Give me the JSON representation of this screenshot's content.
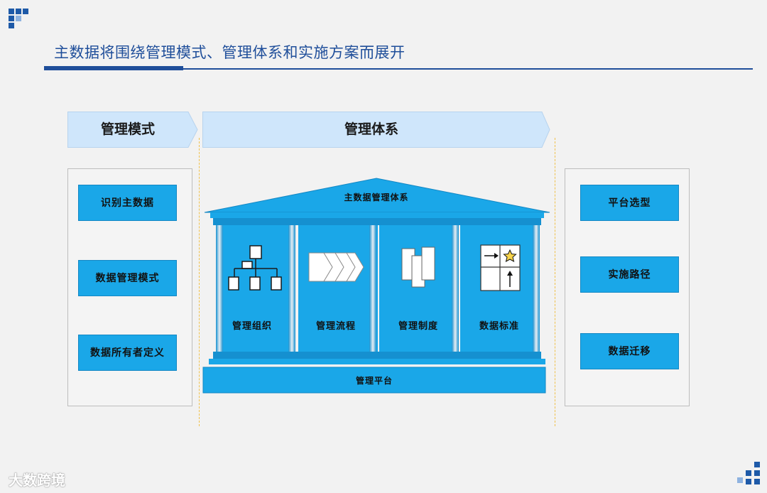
{
  "title": "主数据将围绕管理模式、管理体系和实施方案而展开",
  "headers": {
    "left": "管理模式",
    "center": "管理体系"
  },
  "left_panel": {
    "items": [
      "识别主数据",
      "数据管理模式",
      "数据所有者定义"
    ]
  },
  "temple": {
    "roof": "主数据管理体系",
    "pillars": [
      "管理组织",
      "管理流程",
      "管理制度",
      "数据标准"
    ],
    "base": "管理平台"
  },
  "right_panel": {
    "items": [
      "平台选型",
      "实施路径",
      "数据迁移"
    ]
  },
  "watermark": "大数跨境",
  "colors": {
    "accent": "#1f4e9a",
    "box_fill": "#1aa7e8",
    "header_fill": "#cfe6fb",
    "guide": "#f0c14b"
  },
  "icons": [
    "org-chart-icon",
    "process-chevrons-icon",
    "documents-icon",
    "matrix-star-icon"
  ]
}
